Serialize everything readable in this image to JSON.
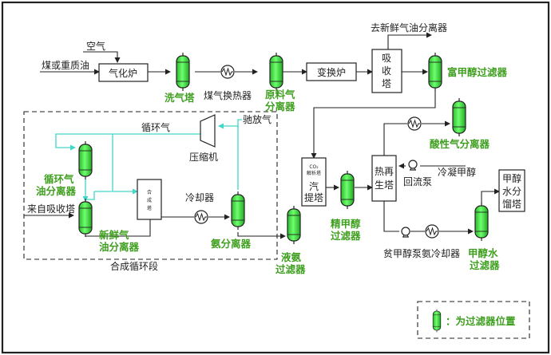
{
  "colors": {
    "filter_green": "#39e639",
    "label_green": "#3f9f1f",
    "recycle_cyan": "#40d6c8",
    "line": "#222222"
  },
  "inputs": {
    "air": "空气",
    "feed": "煤或重质油",
    "from_absorber": "来自吸收塔"
  },
  "units": {
    "gasifier": "气化炉",
    "wash_tower": "洗气塔",
    "heat_exchanger": "煤气换热器",
    "feed_separator": [
      "原料气",
      "分离器"
    ],
    "shift": "变换炉",
    "absorber": [
      "吸",
      "收",
      "塔"
    ],
    "rich_filter": "富甲醇过滤器",
    "to_fresh": "去新鲜气油分离器",
    "vent": "驰放气",
    "recycle_gas": "循环气",
    "compressor": "压缩机",
    "recycle_sep": [
      "循环气",
      "油分离器"
    ],
    "synthesis": [
      "合",
      "成",
      "塔"
    ],
    "cooler": "冷却器",
    "fresh_sep": [
      "新鲜气",
      "油分离器"
    ],
    "ammonia_sep": "氨分离器",
    "liq_ammonia_filter": [
      "液氨",
      "过滤器"
    ],
    "loop_section": "合成循环段",
    "stripper_co2": "CO₂",
    "stripper_small": "解析塔",
    "stripper_main": [
      "汽",
      "提塔"
    ],
    "fine_filter": [
      "精甲醇",
      "过滤器"
    ],
    "acid_sep": "酸性气分离器",
    "regen": [
      "热再",
      "生塔"
    ],
    "reflux_pump": "回流泵",
    "cold_methanol": "冷凝甲醇",
    "lean_pump": "贫甲醇泵",
    "ammonia_cooler": "氨冷却器",
    "water_filter": [
      "甲醇水",
      "过滤器"
    ],
    "distill": [
      "甲醇",
      "水分",
      "馏塔"
    ]
  },
  "legend": {
    "text": "：为过滤器位置"
  }
}
